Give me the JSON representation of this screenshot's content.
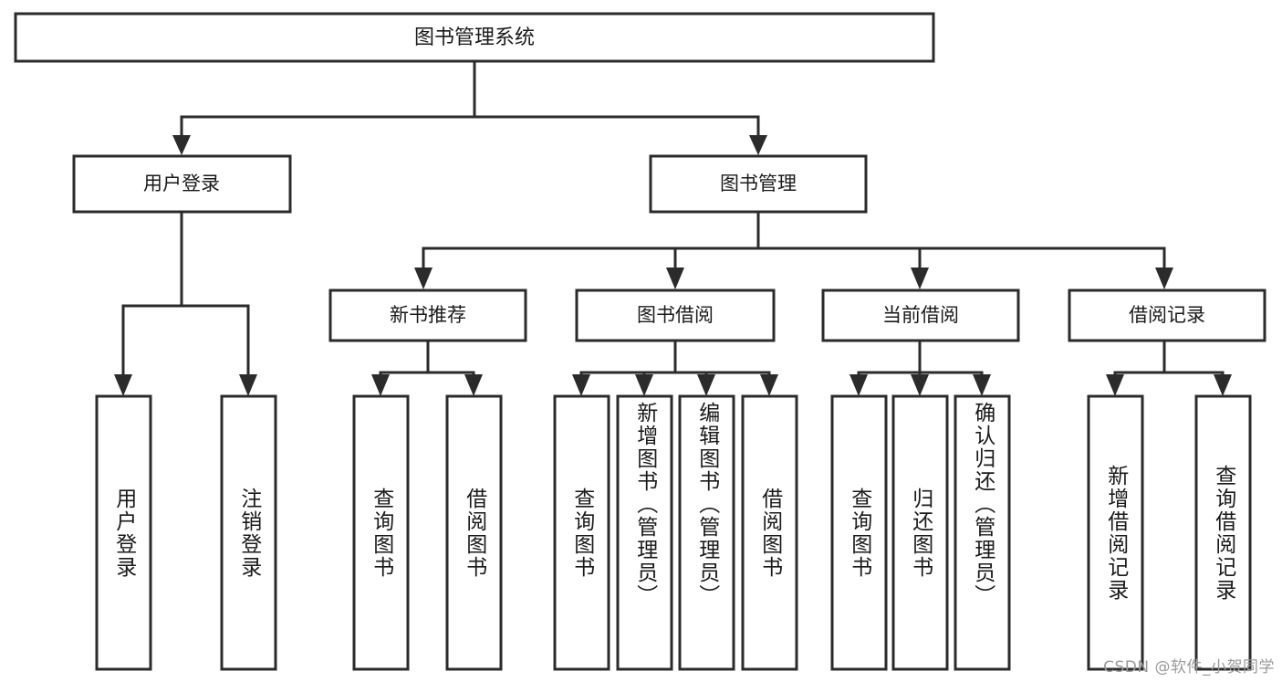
{
  "diagram": {
    "type": "tree",
    "title": "图书管理系统",
    "root": {
      "id": "root",
      "label": "图书管理系统",
      "orientation": "horizontal"
    },
    "level1": [
      {
        "id": "user-login",
        "label": "用户登录",
        "orientation": "horizontal"
      },
      {
        "id": "book-management",
        "label": "图书管理",
        "orientation": "horizontal"
      }
    ],
    "level2": [
      {
        "id": "new-book-recommend",
        "label": "新书推荐",
        "parent": "book-management",
        "orientation": "horizontal"
      },
      {
        "id": "book-borrow",
        "label": "图书借阅",
        "parent": "book-management",
        "orientation": "horizontal"
      },
      {
        "id": "current-borrow",
        "label": "当前借阅",
        "parent": "book-management",
        "orientation": "horizontal"
      },
      {
        "id": "borrow-record",
        "label": "借阅记录",
        "parent": "book-management",
        "orientation": "horizontal"
      }
    ],
    "leaves": [
      {
        "id": "leaf-user-login",
        "label": "用户登录",
        "parent": "user-login",
        "orientation": "vertical",
        "align": "center"
      },
      {
        "id": "leaf-user-logout",
        "label": "注销登录",
        "parent": "user-login",
        "orientation": "vertical",
        "align": "center"
      },
      {
        "id": "leaf-query-book-1",
        "label": "查询图书",
        "parent": "new-book-recommend",
        "orientation": "vertical",
        "align": "center"
      },
      {
        "id": "leaf-borrow-book-1",
        "label": "借阅图书",
        "parent": "new-book-recommend",
        "orientation": "vertical",
        "align": "center"
      },
      {
        "id": "leaf-query-book-2",
        "label": "查询图书",
        "parent": "book-borrow",
        "orientation": "vertical",
        "align": "center"
      },
      {
        "id": "leaf-add-book-admin",
        "label": "新增图书（管理员）",
        "parent": "book-borrow",
        "orientation": "vertical",
        "align": "top"
      },
      {
        "id": "leaf-edit-book-admin",
        "label": "编辑图书（管理员）",
        "parent": "book-borrow",
        "orientation": "vertical",
        "align": "top"
      },
      {
        "id": "leaf-borrow-book-2",
        "label": "借阅图书",
        "parent": "book-borrow",
        "orientation": "vertical",
        "align": "center"
      },
      {
        "id": "leaf-query-book-3",
        "label": "查询图书",
        "parent": "current-borrow",
        "orientation": "vertical",
        "align": "center"
      },
      {
        "id": "leaf-return-book",
        "label": "归还图书",
        "parent": "current-borrow",
        "orientation": "vertical",
        "align": "center"
      },
      {
        "id": "leaf-confirm-return-admin",
        "label": "确认归还（管理员）",
        "parent": "current-borrow",
        "orientation": "vertical",
        "align": "top"
      },
      {
        "id": "leaf-add-borrow-record",
        "label": "新增借阅记录",
        "parent": "borrow-record",
        "orientation": "vertical",
        "align": "center"
      },
      {
        "id": "leaf-query-borrow-record",
        "label": "查询借阅记录",
        "parent": "borrow-record",
        "orientation": "vertical",
        "align": "center"
      }
    ],
    "colors": {
      "stroke": "#2b2b2b",
      "fill": "#ffffff",
      "text": "#1a1a1a",
      "background": "#ffffff",
      "watermark": "#9a9a9a"
    }
  },
  "watermark": {
    "text": "CSDN @软件_小贺同学"
  }
}
